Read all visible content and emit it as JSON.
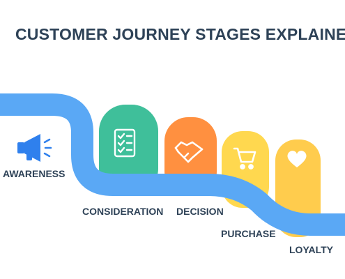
{
  "title": "CUSTOMER JOURNEY STAGES EXPLAINED",
  "stages": [
    {
      "label": "AWARENESS",
      "icon": "megaphone-icon",
      "color": "#2f80ed"
    },
    {
      "label": "CONSIDERATION",
      "icon": "checklist-icon",
      "color": "#3fbf9a"
    },
    {
      "label": "DECISION",
      "icon": "handshake-icon",
      "color": "#ff9040"
    },
    {
      "label": "PURCHASE",
      "icon": "shopping-cart-icon",
      "color": "#ffd84f"
    },
    {
      "label": "LOYALTY",
      "icon": "heart-icon",
      "color": "#ffcc4d"
    }
  ],
  "colors": {
    "path": "#5aa8f5",
    "title": "#2e4257"
  }
}
